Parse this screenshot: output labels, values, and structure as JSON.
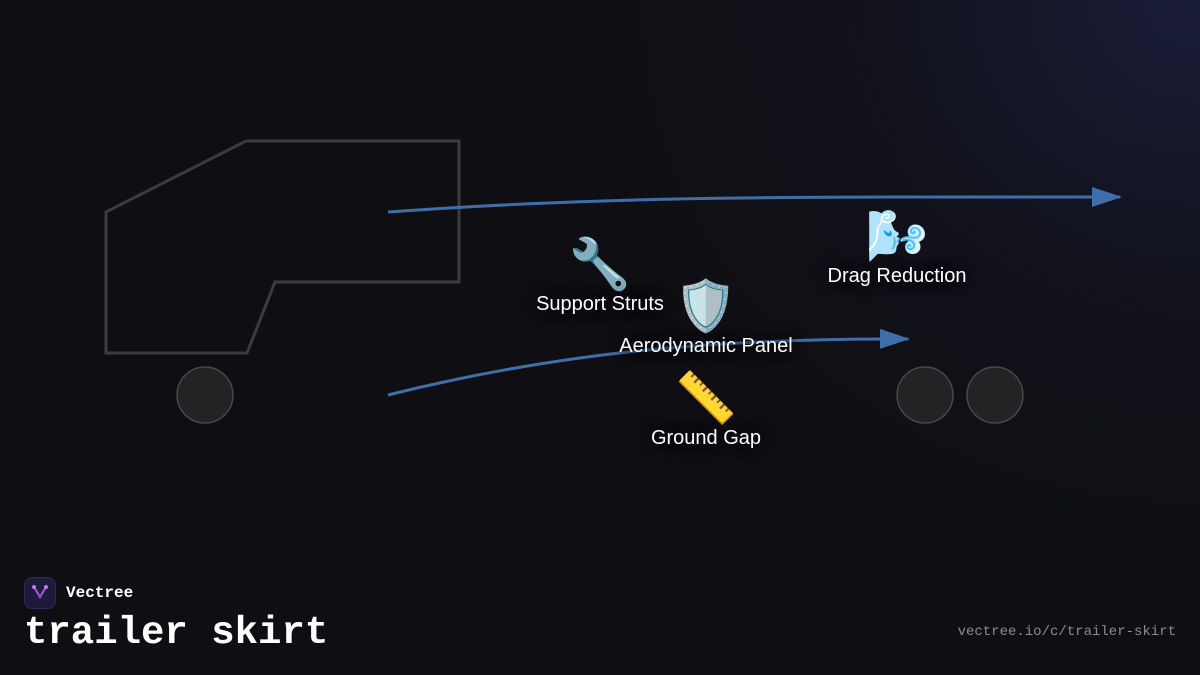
{
  "brand": {
    "name": "Vectree",
    "logo_icon": "vectree-logo-icon",
    "accent": "#a35bd8"
  },
  "title": "trailer skirt",
  "url": "vectree.io/c/trailer-skirt",
  "colors": {
    "background": "#0f0f13",
    "outline": "#3c3c3f",
    "wheel_fill": "#232325",
    "wheel_stroke": "#474749",
    "arrow": "#3f6faa"
  },
  "diagram": {
    "nodes": [
      {
        "id": "support-struts",
        "icon": "wrench-icon",
        "emoji": "🔧",
        "label": "Support Struts"
      },
      {
        "id": "aerodynamic-panel",
        "icon": "shield-icon",
        "emoji": "🛡️",
        "label": "Aerodynamic Panel"
      },
      {
        "id": "ground-gap",
        "icon": "ruler-icon",
        "emoji": "📏",
        "label": "Ground Gap"
      },
      {
        "id": "drag-reduction",
        "icon": "wind-face-icon",
        "emoji": "🌬️",
        "label": "Drag Reduction"
      }
    ],
    "arrows": [
      {
        "id": "upper-airflow-arrow"
      },
      {
        "id": "lower-airflow-arrow"
      }
    ]
  }
}
